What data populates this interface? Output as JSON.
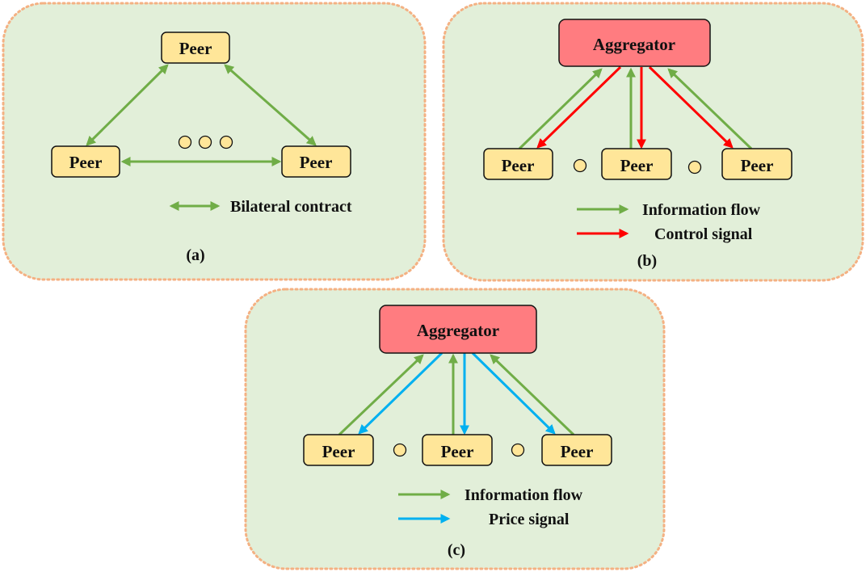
{
  "colors": {
    "information_flow": "#70ad47",
    "control_signal": "#ff0000",
    "price_signal": "#00b0f0",
    "peer_fill": "#ffe699",
    "aggregator_fill": "#ff7c80",
    "panel_fill": "#e2efd9",
    "panel_border": "#f4b183"
  },
  "panel_a": {
    "peers": [
      "Peer",
      "Peer",
      "Peer"
    ],
    "legend": [
      "Bilateral contract"
    ],
    "caption": "(a)"
  },
  "panel_b": {
    "aggregator": "Aggregator",
    "peers": [
      "Peer",
      "Peer",
      "Peer"
    ],
    "legend": [
      "Information flow",
      "Control signal"
    ],
    "caption": "(b)"
  },
  "panel_c": {
    "aggregator": "Aggregator",
    "peers": [
      "Peer",
      "Peer",
      "Peer"
    ],
    "legend": [
      "Information flow",
      "Price signal"
    ],
    "caption": "(c)"
  }
}
